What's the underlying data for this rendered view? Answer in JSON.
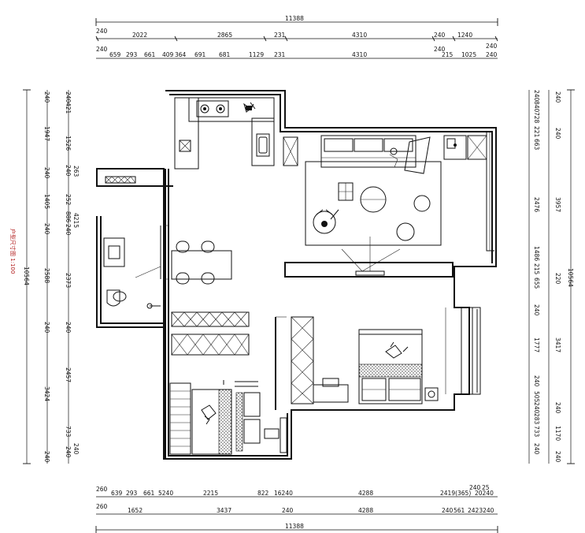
{
  "dimensions": {
    "top": {
      "total": "11388",
      "row1_left": "240",
      "row1": [
        "2022",
        "2865",
        "231",
        "4310",
        "240",
        "1240"
      ],
      "row2_left": "240",
      "row2": [
        "659",
        "293",
        "661",
        "409",
        "364",
        "691",
        "681",
        "1129",
        "231",
        "4310",
        "240",
        "215",
        "1025",
        "240"
      ],
      "row2_end": "240"
    },
    "bottom": {
      "row1_left": "260",
      "row1": [
        "639",
        "293",
        "661",
        "5240",
        "2215",
        "822",
        "16240",
        "4288",
        "2419(365)",
        "20240",
        "240",
        "25"
      ],
      "row2_left": "260",
      "row2": [
        "1652",
        "3437",
        "240",
        "4288",
        "240",
        "561",
        "2423240"
      ],
      "total": "11388"
    },
    "left": {
      "total": "10564",
      "col_outer": [
        "240",
        "1947",
        "240",
        "1405",
        "240",
        "2588",
        "240",
        "3424",
        "240"
      ],
      "col_inner": [
        "240",
        "421",
        "1526",
        "240",
        "886",
        "252",
        "240",
        "2373",
        "240",
        "2457",
        "733",
        "240"
      ],
      "col_inner_b": [
        "263",
        "4215",
        "240"
      ],
      "note": "户型尺寸图 1:100"
    },
    "right": {
      "total": "10564",
      "col_outer": [
        "240",
        "240",
        "3957",
        "220",
        "3417",
        "240",
        "1170",
        "240"
      ],
      "col_inner": [
        "240",
        "840",
        "728",
        "221",
        "663",
        "2476",
        "1486",
        "215",
        "655",
        "240",
        "1777",
        "240",
        "505",
        "240",
        "283",
        "733",
        "240"
      ]
    }
  }
}
